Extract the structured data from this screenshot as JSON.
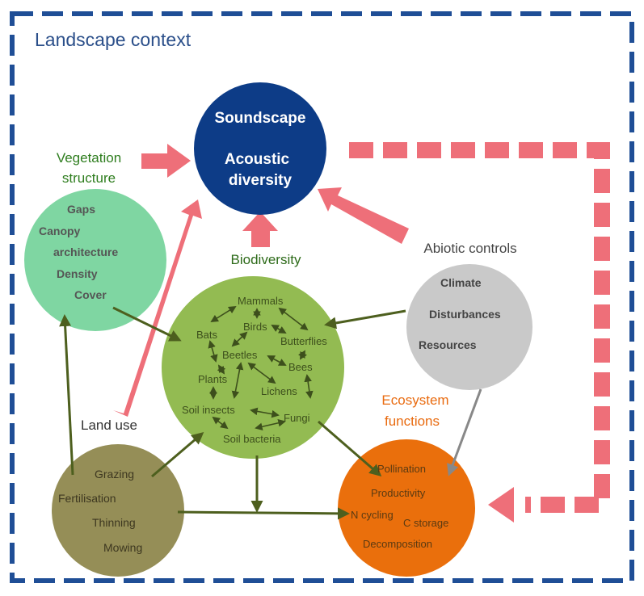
{
  "frame": {
    "title": "Landscape context",
    "border_color": "#1f4e96"
  },
  "nodes": {
    "soundscape": {
      "line1": "Soundscape",
      "line2": "Acoustic",
      "line3": "diversity",
      "fill": "#0d3c87",
      "text_color": "#ffffff"
    },
    "vegetation": {
      "title_line1": "Vegetation",
      "title_line2": "structure",
      "title_color": "#2e7d1e",
      "fill": "#7fd6a2",
      "items": [
        "Gaps",
        "Canopy",
        "architecture",
        "Density",
        "Cover"
      ],
      "item_color": "#555555"
    },
    "biodiversity": {
      "title": "Biodiversity",
      "title_color": "#2e6b1a",
      "fill": "#93bb52",
      "items": [
        "Mammals",
        "Birds",
        "Bats",
        "Butterflies",
        "Beetles",
        "Bees",
        "Plants",
        "Lichens",
        "Soil insects",
        "Fungi",
        "Soil bacteria"
      ],
      "item_color": "#3d4f1c"
    },
    "abiotic": {
      "title": "Abiotic controls",
      "title_color": "#444444",
      "fill": "#c9c9c9",
      "items": [
        "Climate",
        "Disturbances",
        "Resources"
      ],
      "item_color": "#444444"
    },
    "ecosystem": {
      "title_line1": "Ecosystem",
      "title_line2": "functions",
      "title_color": "#e96b10",
      "fill": "#ea6f0c",
      "items": [
        "Pollination",
        "Productivity",
        "N cycling",
        "C storage",
        "Decomposition"
      ],
      "item_color": "#5a3a12"
    },
    "land_use": {
      "title": "Land use",
      "title_color": "#333333",
      "fill": "#958e57",
      "items": [
        "Grazing",
        "Fertilisation",
        "Thinning",
        "Mowing"
      ],
      "item_color": "#3d3720"
    }
  },
  "colors": {
    "feedback_arrow": "#ee6f79",
    "influence_arrow": "#4d5f1e",
    "abiotic_link": "#888888",
    "internal_arrow": "#3d4f1c"
  }
}
